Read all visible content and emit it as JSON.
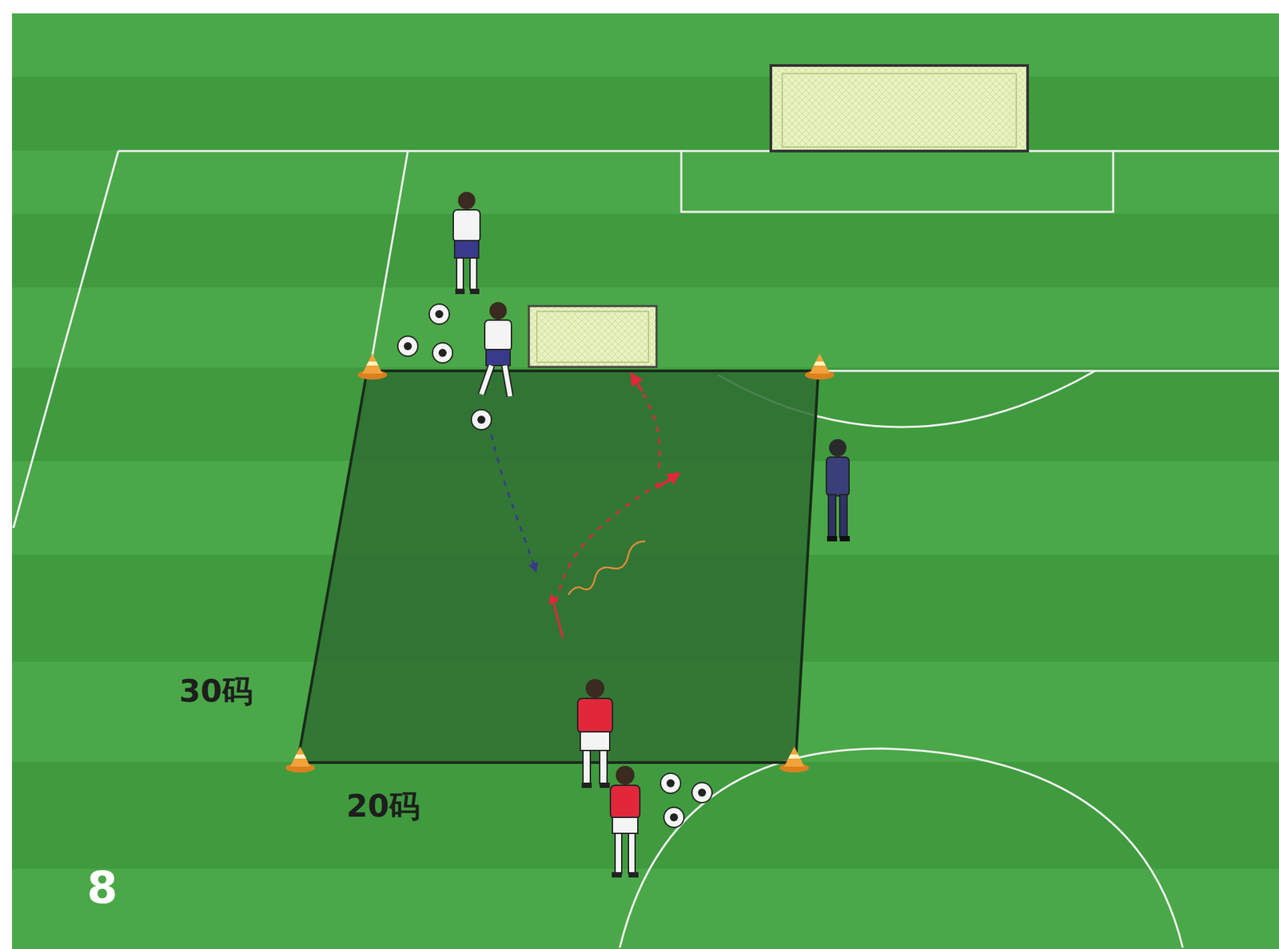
{
  "diagram": {
    "labels": [
      "30码",
      "20码",
      "8"
    ]
  }
}
